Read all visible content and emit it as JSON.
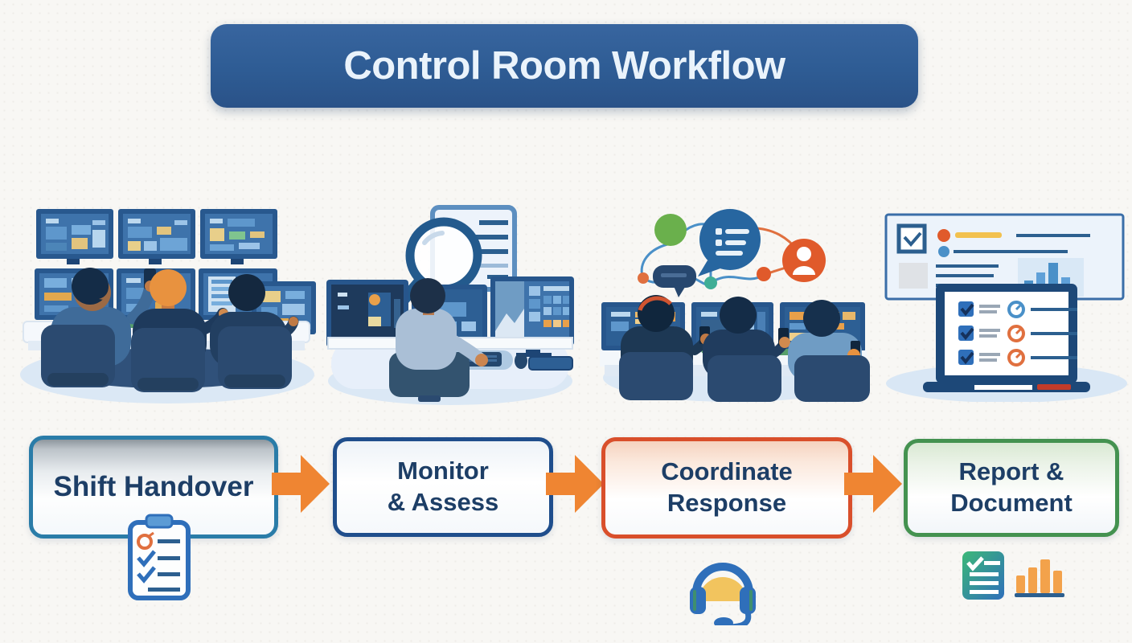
{
  "banner": {
    "label": "Control Room Workflow",
    "bg_color": "#2e5c94",
    "text_color": "#eaf3fb"
  },
  "stages": [
    {
      "name": "shift-handover",
      "lines": [
        "Shift Handover"
      ],
      "border_color": "#2a7ca8",
      "illustration": "control-room-team-at-monitor-wall",
      "icon": "clipboard-checklist-icon"
    },
    {
      "name": "monitor-assess",
      "lines": [
        "Monitor",
        "& Assess"
      ],
      "border_color": "#1f4e8c",
      "illustration": "analyst-with-magnifier-document-and-monitors"
    },
    {
      "name": "coordinate-response",
      "lines": [
        "Coordinate",
        "Response"
      ],
      "border_color": "#d94f2b",
      "illustration": "team-with-communication-network",
      "icon": "headset-icon"
    },
    {
      "name": "report-document",
      "lines": [
        "Report &",
        "Document"
      ],
      "border_color": "#449250",
      "illustration": "laptop-checklist-and-report-panel",
      "icons": [
        "document-check-icon",
        "bar-chart-icon"
      ]
    }
  ],
  "arrow_color": "#ef8532",
  "stage_text_color": "#1d3e66"
}
